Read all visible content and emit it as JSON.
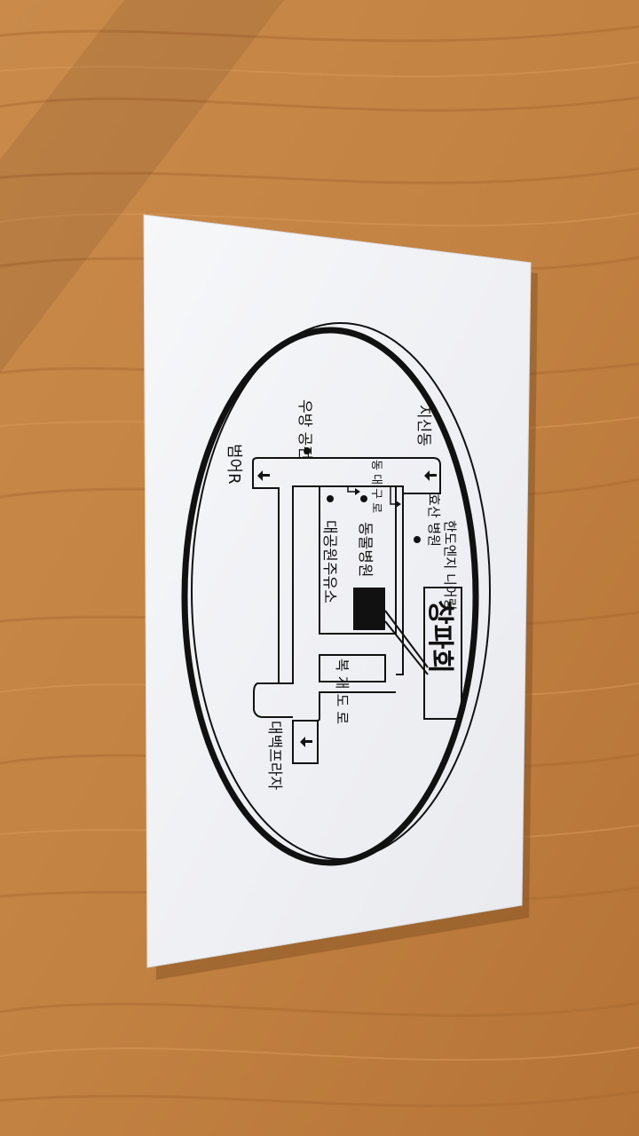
{
  "card": {
    "shop_name": "창파회",
    "labels": {
      "jisan_dong": "지신동",
      "hyosan_hospital": "효산 병원",
      "hando_energy": "한도엔지 니어링",
      "dongmul_hospital": "동물병원",
      "daegong_gas": "대공원주유소",
      "ubang_park": "우방 공전",
      "beomeo_r": "범어R",
      "dongdaegu_ro": "동 대 구 로",
      "bukgae_doro": "복 개 도 로",
      "daebaek_plaza": "대백프라자"
    }
  },
  "colors": {
    "wood": "#c98a4a",
    "card": "#f4f5f7",
    "ink": "#111111"
  }
}
